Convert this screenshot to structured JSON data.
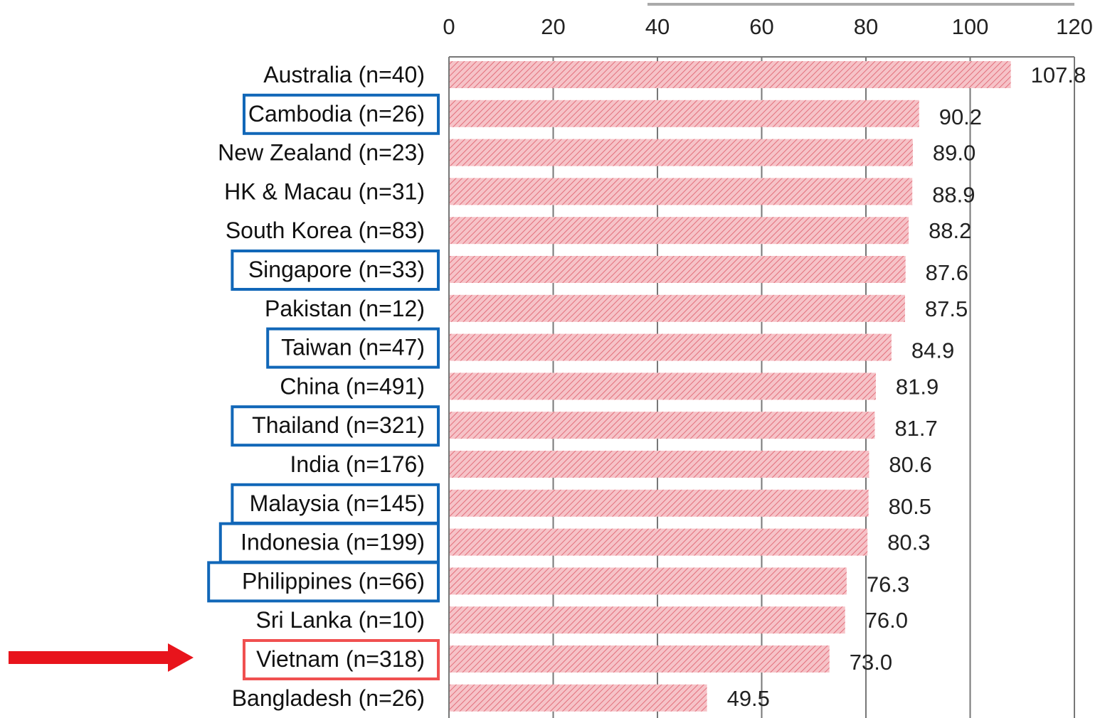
{
  "chart_data": {
    "type": "bar",
    "orientation": "horizontal",
    "x_ticks": [
      "0",
      "20",
      "40",
      "60",
      "80",
      "100",
      "120"
    ],
    "xlim": [
      0,
      120
    ],
    "categories": [
      "Australia (n=40)",
      "Cambodia (n=26)",
      "New Zealand (n=23)",
      "HK & Macau (n=31)",
      "South Korea (n=83)",
      "Singapore (n=33)",
      "Pakistan (n=12)",
      "Taiwan (n=47)",
      "China (n=491)",
      "Thailand (n=321)",
      "India (n=176)",
      "Malaysia (n=145)",
      "Indonesia (n=199)",
      "Philippines (n=66)",
      "Sri Lanka (n=10)",
      "Vietnam (n=318)",
      "Bangladesh (n=26)"
    ],
    "values": [
      107.8,
      90.2,
      89.0,
      88.9,
      88.2,
      87.6,
      87.5,
      84.9,
      81.9,
      81.7,
      80.6,
      80.5,
      80.3,
      76.3,
      76.0,
      73.0,
      49.5
    ],
    "value_labels": [
      "107.8",
      "90.2",
      "89.0",
      "88.9",
      "88.2",
      "87.6",
      "87.5",
      "84.9",
      "81.9",
      "81.7",
      "80.6",
      "80.5",
      "80.3",
      "76.3",
      "76.0",
      "73.0",
      "49.5"
    ],
    "highlighted_blue": [
      "Cambodia (n=26)",
      "Singapore (n=33)",
      "Taiwan (n=47)",
      "Thailand (n=321)",
      "Malaysia (n=145)",
      "Indonesia (n=199)",
      "Philippines (n=66)"
    ],
    "highlighted_red": [
      "Vietnam (n=318)"
    ],
    "grid": true,
    "axis_position": "top",
    "colors": {
      "bar_fill": "#f4b6bc",
      "bar_hatch": "#e7707c",
      "grid": "#777777",
      "highlight_blue": "#1167b8",
      "highlight_red": "#f05050",
      "arrow": "#e8141c"
    }
  }
}
